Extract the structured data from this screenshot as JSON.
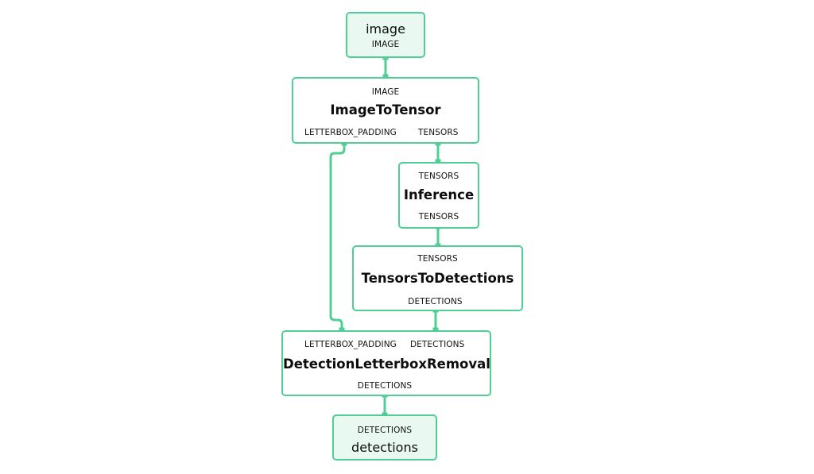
{
  "nodes": {
    "image": {
      "name": "image",
      "out": "IMAGE"
    },
    "image_to_tensor": {
      "in": "IMAGE",
      "name": "ImageToTensor",
      "out_padding": "LETTERBOX_PADDING",
      "out_tensors": "TENSORS"
    },
    "inference": {
      "in": "TENSORS",
      "name": "Inference",
      "out": "TENSORS"
    },
    "tensors_to_detections": {
      "in": "TENSORS",
      "name": "TensorsToDetections",
      "out": "DETECTIONS"
    },
    "letterbox_removal": {
      "in_padding": "LETTERBOX_PADDING",
      "in_detections": "DETECTIONS",
      "name": "DetectionLetterboxRemoval",
      "out": "DETECTIONS"
    },
    "detections": {
      "in": "DETECTIONS",
      "name": "detections"
    }
  },
  "colors": {
    "edge": "#4fcf94",
    "io_fill": "#e9f9f1",
    "node_border": "#4fcf94"
  }
}
